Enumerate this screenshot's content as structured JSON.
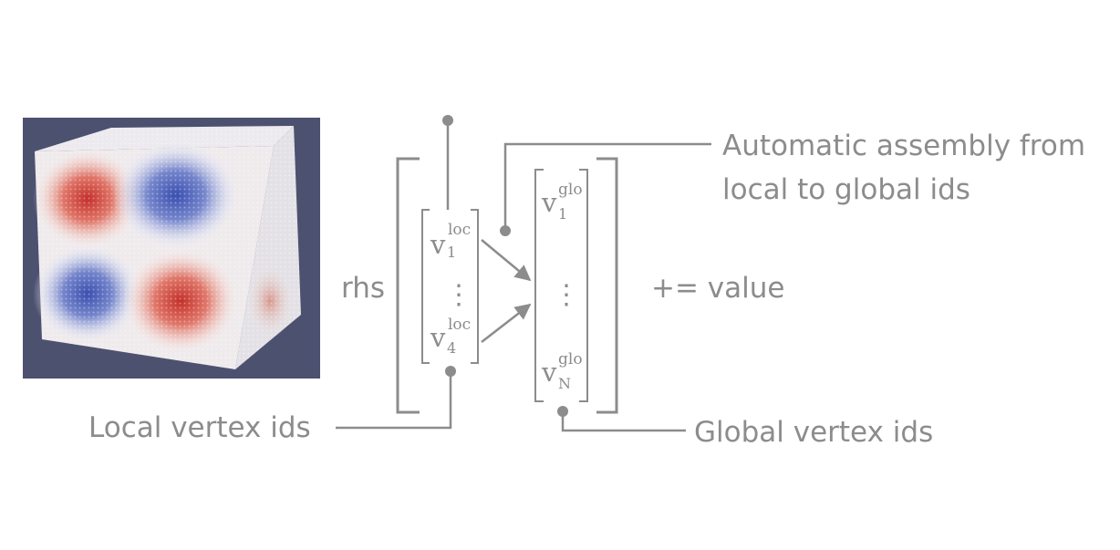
{
  "labels": {
    "rhs": "rhs",
    "plus_value": "+= value",
    "automatic_line1": "Automatic assembly from",
    "automatic_line2": "local to global ids",
    "local_vertex_ids": "Local vertex ids",
    "global_vertex_ids": "Global vertex ids"
  },
  "local_vector": {
    "first": {
      "base": "v",
      "sub": "1",
      "sup": "loc"
    },
    "last": {
      "base": "v",
      "sub": "4",
      "sup": "loc"
    },
    "dots": "⋮"
  },
  "global_vector": {
    "first": {
      "base": "v",
      "sub": "1",
      "sup": "glo"
    },
    "last": {
      "base": "v",
      "sub": "N",
      "sup": "glo"
    },
    "dots": "⋮"
  },
  "colors": {
    "line": "#8c8c8c",
    "cube_background": "#4d5170",
    "field_red": "#c4302a",
    "field_blue": "#3a4fb0"
  }
}
